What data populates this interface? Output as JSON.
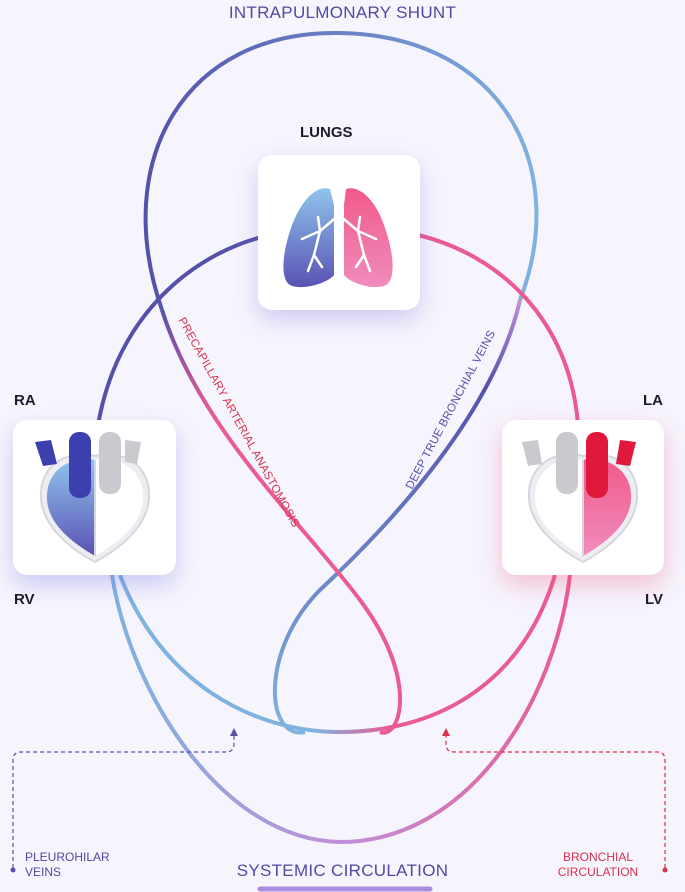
{
  "diagram": {
    "top_label": "INTRAPULMONARY SHUNT",
    "bottom_label": "SYSTEMIC CIRCULATION",
    "organ_label": "LUNGS",
    "chambers": {
      "ra": "RA",
      "rv": "RV",
      "la": "LA",
      "lv": "LV"
    },
    "path_labels": {
      "precapillary": "PRECAPILLARY ARTERIAL ANASTOMOSIS",
      "deep_bronchial": "DEEP TRUE BRONCHIAL VEINS"
    },
    "corner_labels": {
      "pleurohilar": "PLEUROHILAR VEINS",
      "bronchial": "BRONCHIAL CIRCULATION"
    }
  },
  "colors": {
    "blue_dark": "#5551ab",
    "blue_light": "#7fb2e0",
    "pink": "#ea5a93",
    "red": "#d8324d",
    "background": "#f6f4fc"
  },
  "icons": [
    "lungs-icon",
    "right-heart-icon",
    "left-heart-icon"
  ]
}
